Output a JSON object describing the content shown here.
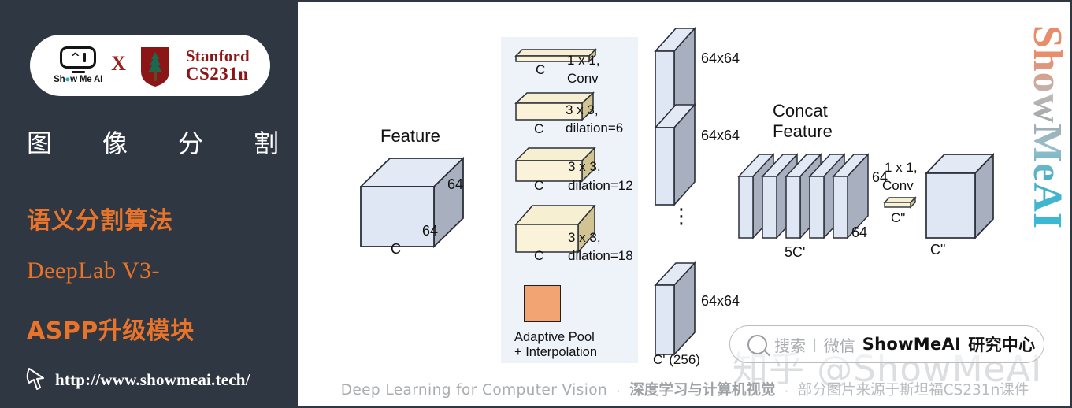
{
  "sidebar": {
    "badge": {
      "brand_word": "Show Me AI",
      "brand_icon": "robot-head-icon",
      "cross": "X",
      "seal_icon": "stanford-tree-seal",
      "stanford_line1": "Stanford",
      "stanford_line2": "CS231n"
    },
    "title_chars": [
      "图",
      "像",
      "分",
      "割"
    ],
    "subtitle_1": "语义分割算法",
    "subtitle_2": "DeepLab V3-",
    "subtitle_3": "ASPP升级模块",
    "url": "http://www.showmeai.tech/",
    "cursor_icon": "mouse-pointer-icon",
    "colors": {
      "background": "#2f3742",
      "accent": "#e8732a",
      "title": "#ffffff",
      "stanford_red": "#8c1515"
    }
  },
  "main": {
    "watermark_text": "ShowMeAI",
    "zhihu_watermark": "知乎 @ShowMeAI",
    "wechat_pill": {
      "search_icon": "magnifier-icon",
      "placeholder": "搜索",
      "separator": "|",
      "channel": "微信",
      "account_en": "ShowMeAI",
      "account_cn": "研究中心"
    },
    "caption": {
      "english": "Deep Learning for Computer Vision",
      "dot": "·",
      "chinese_bold": "深度学习与计算机视觉",
      "chinese_light": "部分图片来源于斯坦福CS231n课件"
    }
  },
  "diagram": {
    "type": "architecture-diagram",
    "title": "DeepLab V3 ASPP module",
    "input_block": {
      "name": "Feature",
      "label_depth": "C",
      "label_height": "64",
      "label_width": "64"
    },
    "aspp_branches": [
      {
        "label_c": "C",
        "op_line1": "1 x 1,",
        "op_line2": "Conv"
      },
      {
        "label_c": "C",
        "op_line1": "3 x 3,",
        "op_line2": "dilation=6"
      },
      {
        "label_c": "C",
        "op_line1": "3 x 3,",
        "op_line2": "dilation=12"
      },
      {
        "label_c": "C",
        "op_line1": "3 x 3,",
        "op_line2": "dilation=18"
      }
    ],
    "pool_branch": {
      "line1": "Adaptive Pool",
      "line2": "+ Interpolation",
      "color": "#f2a472"
    },
    "branch_outputs": [
      {
        "size": "64x64"
      },
      {
        "size": "64x64"
      },
      {
        "size": "64x64"
      }
    ],
    "ellipsis": "⋮",
    "branch_channels": "C' (256)",
    "concat": {
      "title_line1": "Concat",
      "title_line2": "Feature",
      "label_height": "64",
      "label_depth": "64",
      "label_channels": "5C'",
      "slab_count": 5
    },
    "final_conv": {
      "op_line1": "1 x 1,",
      "op_line2": "Conv",
      "label": "C\""
    },
    "output_block": {
      "label": "C\""
    },
    "colors": {
      "slab_fill": "#dde4f1",
      "slab_side": "#9aa3b3",
      "conv_fill": "#faeec4",
      "conv_side": "#cbb98a",
      "panel_bg": "#eef2f9",
      "stroke": "#2a2f38"
    }
  }
}
